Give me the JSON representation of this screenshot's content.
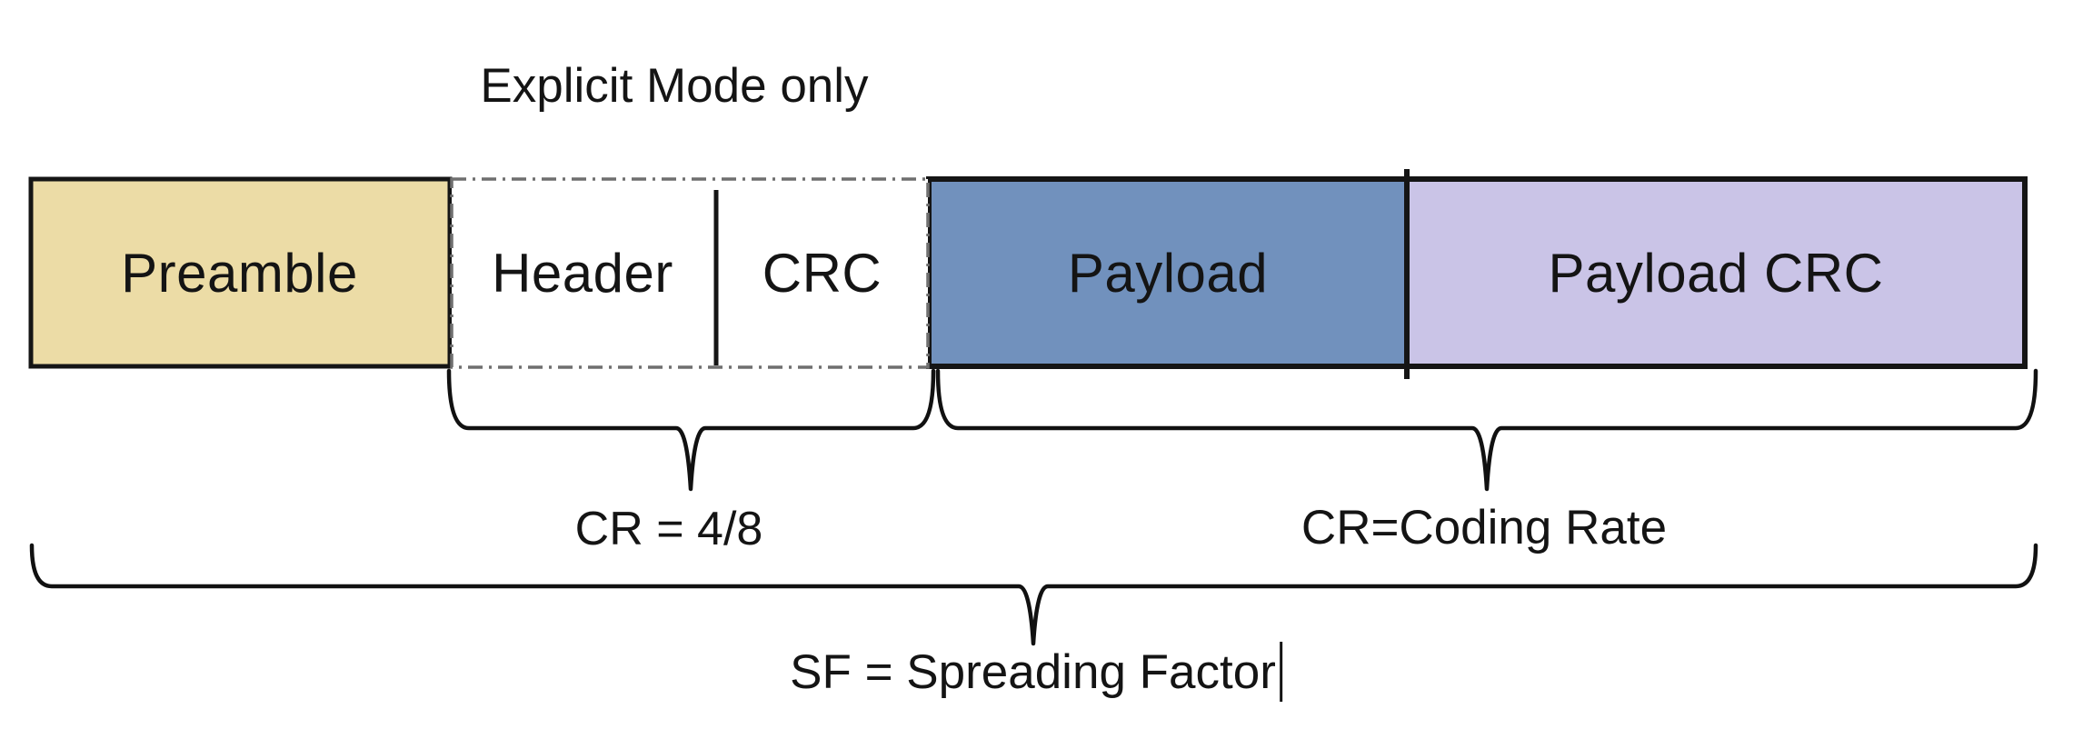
{
  "diagram": {
    "note": "Explicit Mode only",
    "blocks": {
      "preamble": "Preamble",
      "header": "Header",
      "header_crc": "CRC",
      "payload": "Payload",
      "payload_crc": "Payload CRC"
    },
    "annotations": {
      "cr_header": "CR = 4/8",
      "cr_payload": "CR=Coding Rate",
      "sf": "SF = Spreading Factor"
    },
    "colors": {
      "preamble_fill": "#ecdca6",
      "explicit_fill": "#ffffff",
      "payload_fill": "#7191bd",
      "payload_crc_fill": "#cac4e7",
      "outline": "#151515",
      "dash_border": "#6f6f6f",
      "brace": "#111111"
    }
  }
}
